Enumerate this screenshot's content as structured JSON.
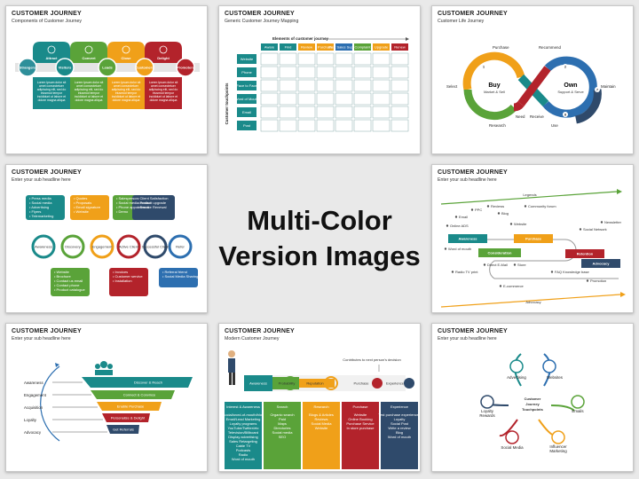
{
  "main_title_line1": "Multi-Color",
  "main_title_line2": "Version Images",
  "slides": {
    "s1": {
      "title": "CUSTOMER JOURNEY",
      "subtitle": "Components of Customer Journey",
      "stages": [
        "Attract",
        "Convert",
        "Close",
        "Delight"
      ],
      "circles": [
        "Strangers",
        "Visitors",
        "Leads",
        "Customers",
        "Promoters"
      ],
      "box_text": "Lorem Ipsum dolor sit amet consectetuer adipiscing elit, sed do eiusmod tempor incididunt ut labore et dolore magna aliqua"
    },
    "s2": {
      "title": "CUSTOMER JOURNEY",
      "subtitle": "Generic Customer Journey Mapping",
      "elements_label": "Elements of customer journey",
      "columns": [
        "Aware",
        "Find",
        "Review",
        "Purchase",
        "Post Sales Support",
        "Complaint",
        "Upgrade",
        "Renew"
      ],
      "touchpoints_label": "Customer touchpoints",
      "rows": [
        "Website",
        "Phone",
        "Face to Face",
        "Word of Mouth",
        "Email",
        "Post"
      ]
    },
    "s3": {
      "title": "CUSTOMER JOURNEY",
      "subtitle": "Customer Life Journey",
      "buy": "Buy",
      "buy_sub": "Market & Sell",
      "own": "Own",
      "own_sub": "Support & Serve",
      "labels": [
        "Purchase",
        "Recommend",
        "Select",
        "Maintain",
        "Research",
        "Need",
        "Receive",
        "Use"
      ],
      "numbers": [
        "1",
        "2",
        "3",
        "4",
        "5",
        "6",
        "7",
        "8"
      ]
    },
    "s4": {
      "title": "CUSTOMER JOURNEY",
      "subtitle": "Enter your sub headline here",
      "stages": [
        "Awareness",
        "Discovery",
        "Engagement",
        "Active Client",
        "Successful Client",
        "Refer"
      ],
      "top_boxes": [
        [
          "Press media",
          "Social media",
          "Advertising",
          "Flyers",
          "Telemarketing"
        ],
        [
          "Quotes",
          "Proposals",
          "Email signature",
          "Website"
        ],
        [
          "Salesperson",
          "Social media contact",
          "Phone appointment",
          "Demo"
        ],
        [
          "Client Satisfaction",
          "Product upgrade",
          "Service Renewal"
        ]
      ],
      "bottom_boxes": [
        [
          "Website",
          "Brochure",
          "Contact us email",
          "Contact phone",
          "Product catalogue"
        ],
        [
          "Invoices",
          "Customer service",
          "Installation"
        ],
        [
          "Referral friend",
          "Social Media Sharing"
        ]
      ]
    },
    "s5": {
      "title": "CUSTOMER JOURNEY",
      "subtitle": "Enter your sub headline here",
      "legends": "Legends",
      "advocacy": "Advocacy",
      "stages": [
        "Awareness",
        "Consideration",
        "Purchase",
        "Retention",
        "Advocacy"
      ],
      "touch": [
        "PPC",
        "Email",
        "Online ADS",
        "Reviews",
        "Blog",
        "Website",
        "Community forum",
        "Word of mouth",
        "Direct E-Mail",
        "Store",
        "Radio TV print",
        "E-commerce",
        "FAQ Knowledge base",
        "Promotion",
        "Social Network",
        "Newsletter"
      ]
    },
    "s6": {
      "title": "CUSTOMER JOURNEY",
      "subtitle": "Enter your sub headline here",
      "stages": [
        "Awareness",
        "Engagement",
        "Acquisition",
        "Loyalty",
        "Advocacy"
      ],
      "bars": [
        "Discover & Reach",
        "Connect & Convince",
        "Enable Purchase",
        "Personalize & Delight",
        "Get Referrals"
      ]
    },
    "s7": {
      "title": "CUSTOMER JOURNEY",
      "subtitle": "Modern Customer Journey",
      "contributes": "Contributes to next person's decision",
      "phases": [
        "Awareness",
        "Probability",
        "Reputation",
        "Purchase",
        "Experience"
      ],
      "columns": [
        "Interest & Awareness",
        "Search",
        "Research",
        "Purchase",
        "Experience"
      ],
      "col_text": [
        [
          "Social/word-of-mouth/blog",
          "Email/Lead Marketing",
          "Loyalty programs",
          "YouTube/Twitter/etc",
          "Television/Billboard",
          "Display advertising",
          "Sales Retargeting",
          "Cable TV",
          "Podcasts",
          "Radio",
          "Word of mouth"
        ],
        [
          "Organic search",
          "Paid",
          "Maps",
          "Directories",
          "Social media",
          "SEO"
        ],
        [
          "Blogs & Articles",
          "Reviews",
          "Social Media",
          "Website"
        ],
        [
          "Website",
          "Online Booking",
          "Purchase Service",
          "In store purchase"
        ],
        [
          "Test purchase experiences",
          "Loyalty",
          "Social Post",
          "Write a review",
          "Blog",
          "Word of mouth"
        ]
      ]
    },
    "s8": {
      "title": "CUSTOMER JOURNEY",
      "subtitle": "Enter your sub headline here",
      "center_label": "Customer Journey Touchpoints",
      "items": [
        "Advertising",
        "Websites",
        "Emails",
        "Influencer Marketing",
        "Social Media",
        "Loyalty Rewards"
      ]
    }
  },
  "colors": {
    "teal": "#1a8a8a",
    "green": "#5aa339",
    "orange": "#f0a019",
    "red": "#b3232b",
    "navy": "#2f4a6b",
    "dark": "#333e48",
    "purple": "#8a2c7a",
    "blue": "#2d6fb0"
  }
}
